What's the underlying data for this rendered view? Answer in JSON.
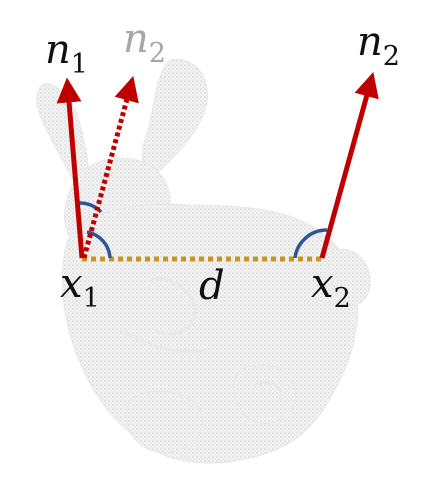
{
  "labels": {
    "n1": {
      "main": "n",
      "sub": "1"
    },
    "n2_ghost": {
      "main": "n",
      "sub": "2"
    },
    "n2": {
      "main": "n",
      "sub": "2"
    },
    "x1": {
      "main": "x",
      "sub": "1"
    },
    "x2": {
      "main": "x",
      "sub": "2"
    },
    "d": "d"
  },
  "colors": {
    "normal_arrow": "#c00000",
    "ghost_label": "#a6a6a6",
    "distance_line": "#c8951e",
    "angle_arc": "#2f5597",
    "point_cloud": "#e2e2e2",
    "text": "#111111"
  }
}
